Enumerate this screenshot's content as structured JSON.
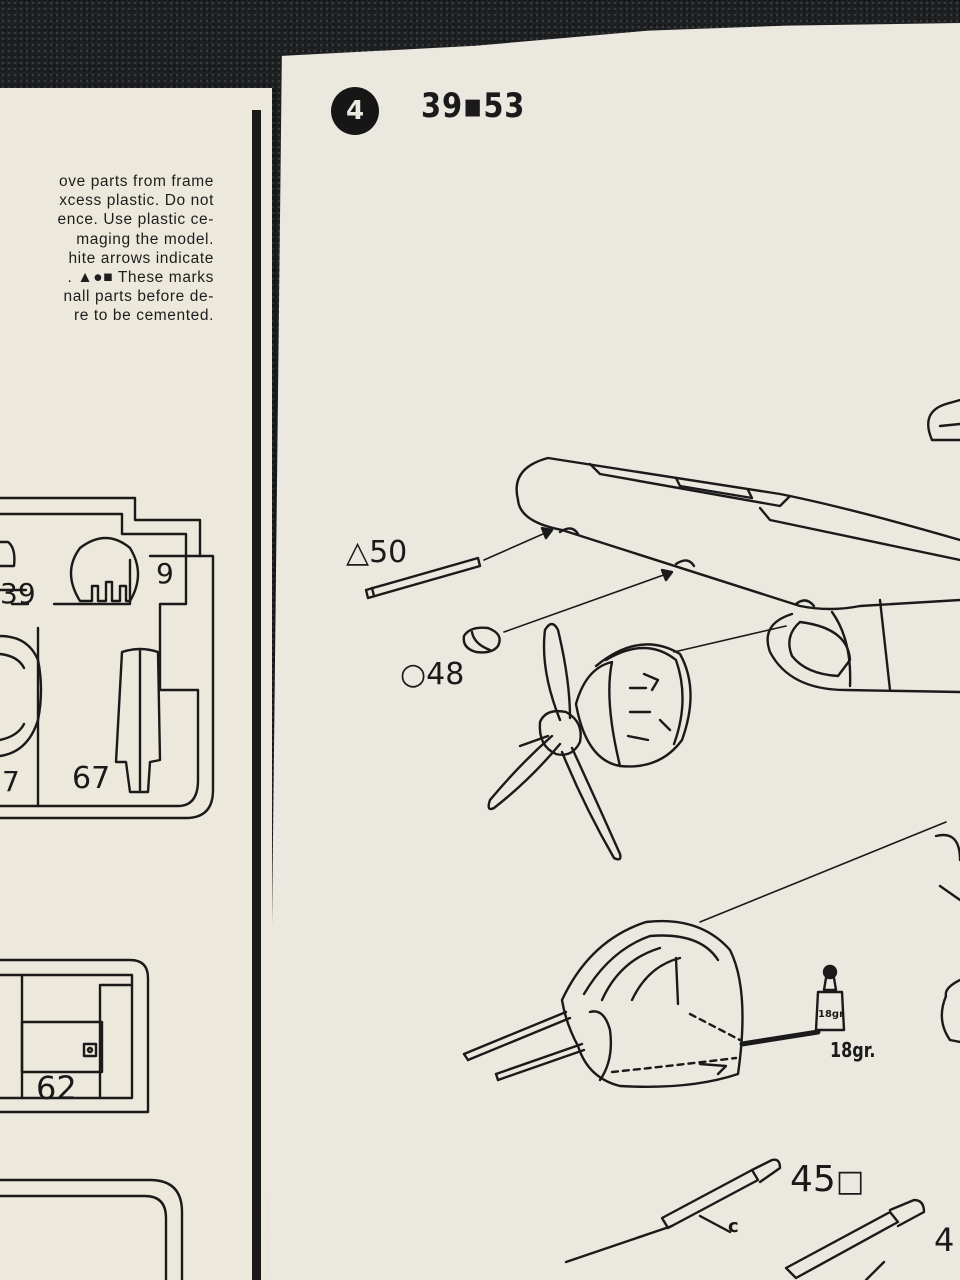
{
  "left_page": {
    "instruction_lines": [
      "ove parts from frame",
      "xcess plastic. Do not",
      "ence. Use plastic ce-",
      "maging the model.",
      "hite arrows indicate",
      ". ▲●■ These marks",
      "nall parts before de-",
      "re to be cemented."
    ],
    "parts": {
      "p39": "39",
      "p9": "9",
      "p7": "7",
      "p67": "67",
      "p62": "62"
    }
  },
  "right_page": {
    "step_number": "4",
    "step_range": "39▪53",
    "callouts": {
      "part50": "△50",
      "part48": "○48",
      "weight": "18gr.",
      "weight_tag": "18gr",
      "part45": "45",
      "part45_mark": "□",
      "part4x": "4",
      "letter_c": "c"
    }
  },
  "colors": {
    "paper": "#ebe8df",
    "ink": "#1a1a1a",
    "fabric": "#1f2022"
  }
}
